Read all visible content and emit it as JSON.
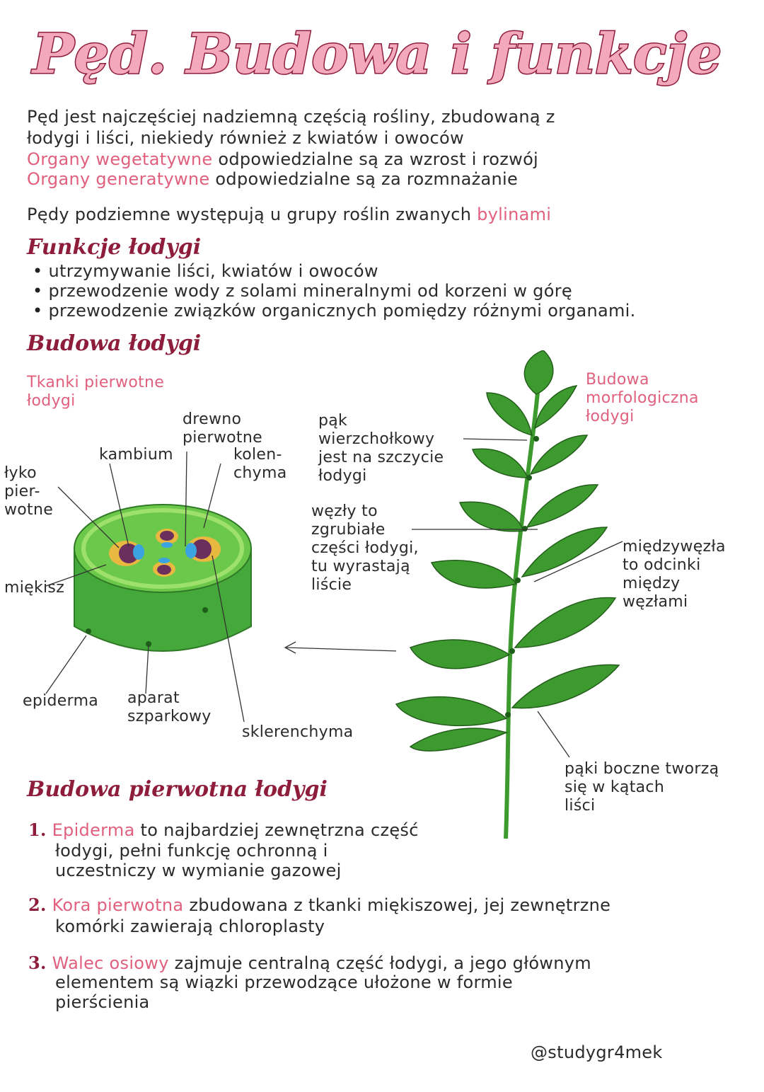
{
  "title": "Pęd. Budowa i funkcje łodygi",
  "intro": {
    "line1": "Pęd jest najczęściej nadziemną częścią rośliny, zbudowaną z",
    "line2": "łodygi i liści, niekiedy również z kwiatów i owoców",
    "veg_term": "Organy wegetatywne",
    "veg_rest": " odpowiedzialne są za wzrost i rozwój",
    "gen_term": "Organy generatywne",
    "gen_rest": " odpowiedzialne są za rozmnażanie",
    "underground": "Pędy podziemne występują u grupy roślin zwanych ",
    "underground_term": "bylinami"
  },
  "functions": {
    "heading": "Funkcje łodygi",
    "items": [
      "utrzymywanie liści, kwiatów i owoców",
      "przewodzenie wody z solami mineralnymi od korzeni w górę",
      "przewodzenie związków organicznych pomiędzy różnymi organami."
    ]
  },
  "structure": {
    "heading": "Budowa łodygi",
    "primary_tissues": "Tkanki pierwotne\nłodygi",
    "morph": "Budowa\nmorfologiczna\nłodygi",
    "labels": {
      "lyko": "łyko\npier-\nwotne",
      "kambium": "kambium",
      "drewno": "drewno\npierwotne",
      "kolenchyma": "kolen-\nchyma",
      "miekisz": "miękisz",
      "epiderma": "epiderma",
      "aparat": "aparat\nszparkowy",
      "sklerenchyma": "sklerenchyma",
      "pak_wierzch": "pąk\nwierzchołkowy\njest na szczycie\nłodygi",
      "wezly": "węzły to\nzgrubiałe\nczęści łodygi,\ntu wyrastają\nliście",
      "miedzywezla": "międzywęzła\nto odcinki\nmiędzy\nwęzłami",
      "paki_boczne": "pąki boczne tworzą\nsię w kątach\nliści"
    }
  },
  "primary": {
    "heading": "Budowa pierwotna łodygi",
    "items": [
      {
        "num": "1.",
        "term": "Epiderma",
        "rest": " to najbardziej zewnętrzna część",
        "cont": "łodygi, pełni funkcję ochronną i\nuczestniczy w wymianie gazowej"
      },
      {
        "num": "2.",
        "term": "Kora pierwotna",
        "rest": " zbudowana z tkanki miękiszowej, jej zewnętrzne",
        "cont": "komórki zawierają chloroplasty"
      },
      {
        "num": "3.",
        "term": "Walec osiowy",
        "rest": " zajmuje centralną część łodygi, a jego głównym",
        "cont": "elementem są wiązki przewodzące ułożone w formie\npierścienia"
      }
    ]
  },
  "footer": {
    "handle": "@studygr4mek"
  },
  "colors": {
    "accent_pink": "#e0607e",
    "heading_dark": "#8e1d3c",
    "leaf_green": "#3d9a2e"
  }
}
